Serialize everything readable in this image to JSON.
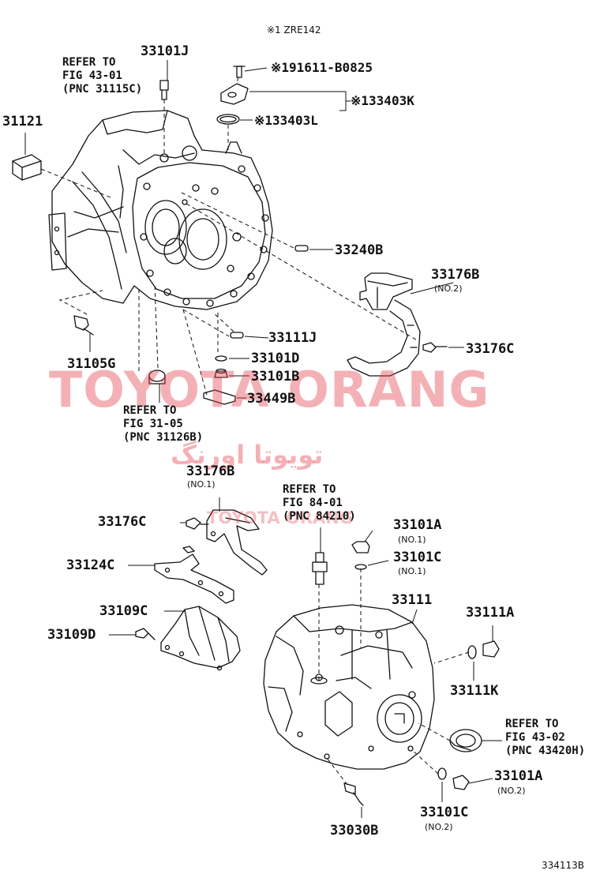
{
  "note": "※1 ZRE142",
  "figure_number": "334113B",
  "watermark": {
    "latin": "TOYOTA ORANG",
    "arabic": "تویوتا اورنگ",
    "small": "TOYOTA ORANG",
    "color": "#e24652"
  },
  "labels": {
    "p33101J": "33101J",
    "p191611": "※191611-B0825",
    "p33403K": "※133403K",
    "p33403L": "※133403L",
    "p31121": "31121",
    "p33240B": "33240B",
    "p33176B_2": "33176B",
    "p33176B_2_sub": "(NO.2)",
    "p33176C_top": "33176C",
    "p33111J": "33111J",
    "p33101D": "33101D",
    "p33101B": "33101B",
    "p33449B": "33449B",
    "p31105G": "31105G",
    "p33176B_1": "33176B",
    "p33176B_1_sub": "(NO.1)",
    "p33176C_mid": "33176C",
    "p33101A_1": "33101A",
    "p33101A_1_sub": "(NO.1)",
    "p33101C_1": "33101C",
    "p33101C_1_sub": "(NO.1)",
    "p33124C": "33124C",
    "p33111": "33111",
    "p33111A": "33111A",
    "p33109C": "33109C",
    "p33109D": "33109D",
    "p33111K": "33111K",
    "p33101A_2": "33101A",
    "p33101A_2_sub": "(NO.2)",
    "p33101C_2": "33101C",
    "p33101C_2_sub": "(NO.2)",
    "p33030B": "33030B"
  },
  "refs": {
    "ref_43_01": "REFER TO\nFIG 43-01\n(PNC 31115C)",
    "ref_31_05": "REFER TO\nFIG 31-05\n(PNC 31126B)",
    "ref_84_01": "REFER TO\nFIG 84-01\n(PNC 84210)",
    "ref_43_02": "REFER TO\nFIG 43-02\n(PNC 43420H)"
  }
}
